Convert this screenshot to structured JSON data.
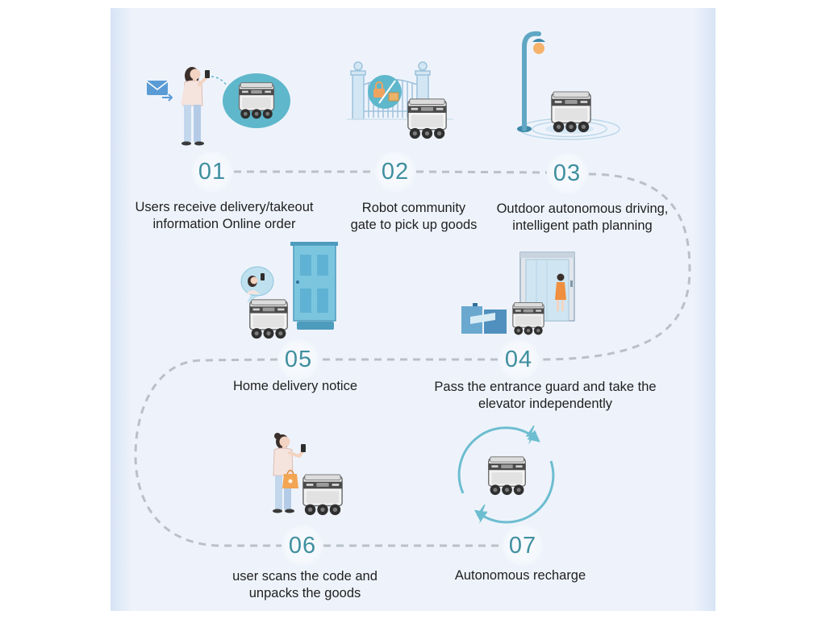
{
  "steps": [
    {
      "number": "01",
      "label_lines": [
        "Users receive delivery/takeout",
        "information Online order"
      ]
    },
    {
      "number": "02",
      "label_lines": [
        "Robot community",
        "gate to pick up goods"
      ]
    },
    {
      "number": "03",
      "label_lines": [
        "Outdoor autonomous driving,",
        "intelligent path planning"
      ]
    },
    {
      "number": "04",
      "label_lines": [
        "Pass the entrance guard and take the",
        "elevator independently"
      ]
    },
    {
      "number": "05",
      "label_lines": [
        "Home delivery notice"
      ]
    },
    {
      "number": "06",
      "label_lines": [
        "user scans the code and",
        "unpacks the goods"
      ]
    },
    {
      "number": "07",
      "label_lines": [
        "Autonomous recharge"
      ]
    }
  ],
  "icons": [
    "envelope-icon",
    "person-with-phone-icon",
    "delivery-robot-icon",
    "community-gate-icon",
    "lock-icon",
    "parcel-box-icon",
    "street-lamp-icon",
    "door-icon",
    "chat-bubble-icon",
    "elevator-icon",
    "access-gate-icon",
    "shopping-bag-icon",
    "recharge-arrows-icon",
    "lightning-bolt-icon"
  ],
  "colors": {
    "step_number": "#3f8f9f",
    "label_text": "#1f1f1f",
    "panel_background": "#eef3fb",
    "panel_edge": "#d7e4f5",
    "route_dash": "#b9c0c8",
    "teal_accent": "#5fb7cb",
    "robot_band": "#4b4b4b",
    "orange_accent": "#f2a552"
  }
}
